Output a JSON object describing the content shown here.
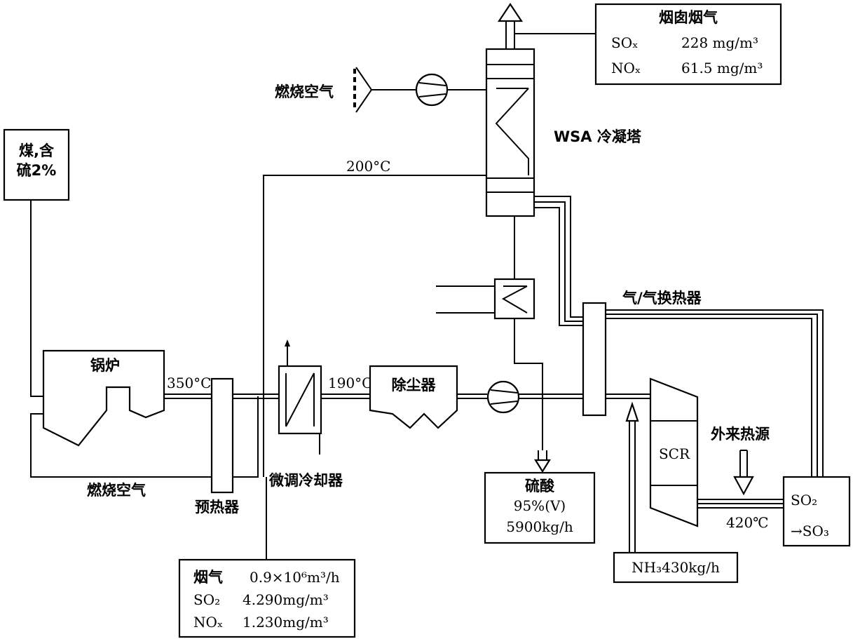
{
  "coal": {
    "line1": "煤,含",
    "line2": "硫2%"
  },
  "boiler": {
    "label": "锅炉"
  },
  "preheater": {
    "label": "预热器"
  },
  "trim_cooler": {
    "label": "微调冷却器"
  },
  "dust_collector": {
    "label": "除尘器"
  },
  "wsa_tower": {
    "label": "WSA 冷凝塔"
  },
  "gas_gas_exchanger": {
    "label": "气/气换热器"
  },
  "scr": {
    "label": "SCR"
  },
  "external_heat": {
    "label": "外来热源"
  },
  "combustion_air_top": {
    "label": "燃烧空气"
  },
  "combustion_air_bottom": {
    "label": "燃烧空气"
  },
  "temperatures": {
    "t350": "350°C",
    "t190": "190°C",
    "t200": "200°C",
    "t420": "420℃"
  },
  "stack_gas": {
    "title": "烟囱烟气",
    "sox_label": "SOₓ",
    "sox_value": "228  mg/m³",
    "nox_label": "NOₓ",
    "nox_value": "61.5 mg/m³"
  },
  "flue_gas": {
    "flow_label": "烟气",
    "flow_value": "0.9×10⁶m³/h",
    "so2_label": "SO₂",
    "so2_value": "4.290mg/m³",
    "nox_label": "NOₓ",
    "nox_value": "1.230mg/m³"
  },
  "sulfuric_acid": {
    "title": "硫酸",
    "concentration": "95%(V)",
    "rate": "5900kg/h"
  },
  "ammonia": {
    "label": "NH₃430kg/h"
  },
  "converter": {
    "line1": "SO₂",
    "line2": "→SO₃"
  }
}
